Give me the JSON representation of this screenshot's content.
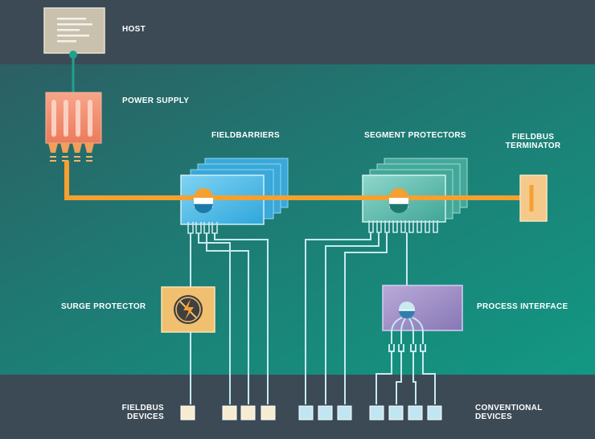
{
  "labels": {
    "host": "HOST",
    "power_supply": "POWER SUPPLY",
    "fieldbarriers": "FIELDBARRIERS",
    "segment_protectors": "SEGMENT PROTECTORS",
    "fieldbus_terminator": "FIELDBUS\nTERMINATOR",
    "surge_protector": "SURGE PROTECTOR",
    "process_interface": "PROCESS INTERFACE",
    "fieldbus_devices": "FIELDBUS\nDEVICES",
    "conventional_devices": "CONVENTIONAL\nDEVICES"
  },
  "colors": {
    "background_dark": "#3b4a55",
    "band_teal": "#1e8a7e",
    "trunk": "#f5a030",
    "host": "#c9c1ad",
    "power_supply": "#f08a6a",
    "fieldbarrier": "#45b8e6",
    "segment_protector": "#4ab3a6",
    "process_interface": "#9b8ac2",
    "surge_protector": "#f0c070",
    "wire": "#c8eaf0",
    "device_cream": "#f7ebd2",
    "device_blue": "#bfe6f2"
  }
}
